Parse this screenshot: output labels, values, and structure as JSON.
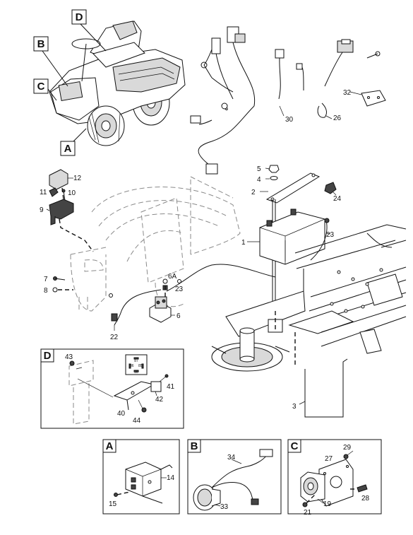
{
  "section_tags": {
    "a": "A",
    "b": "B",
    "c": "C",
    "d": "D",
    "a_box": "A",
    "b_box": "B",
    "c_box": "C",
    "d_box": "D"
  },
  "parts": {
    "p1": "1",
    "p2": "2",
    "p3": "3",
    "p4": "4",
    "p5": "5",
    "p6": "6",
    "p6a": "6A",
    "p7": "7",
    "p8": "8",
    "p9": "9",
    "p10": "10",
    "p11": "11",
    "p12": "12",
    "p14": "14",
    "p15": "15",
    "p19": "19",
    "p21": "21",
    "p22": "22",
    "p23a": "23",
    "p23b": "23",
    "p24": "24",
    "p26": "26",
    "p27": "27",
    "p28": "28",
    "p29": "29",
    "p30": "30",
    "p32": "32",
    "p33": "33",
    "p34": "34",
    "p40": "40",
    "p41": "41",
    "p42": "42",
    "p43": "43",
    "p44": "44"
  },
  "relay_pins": {
    "top": "87",
    "left": "86",
    "right": "85",
    "bottom": "30"
  }
}
